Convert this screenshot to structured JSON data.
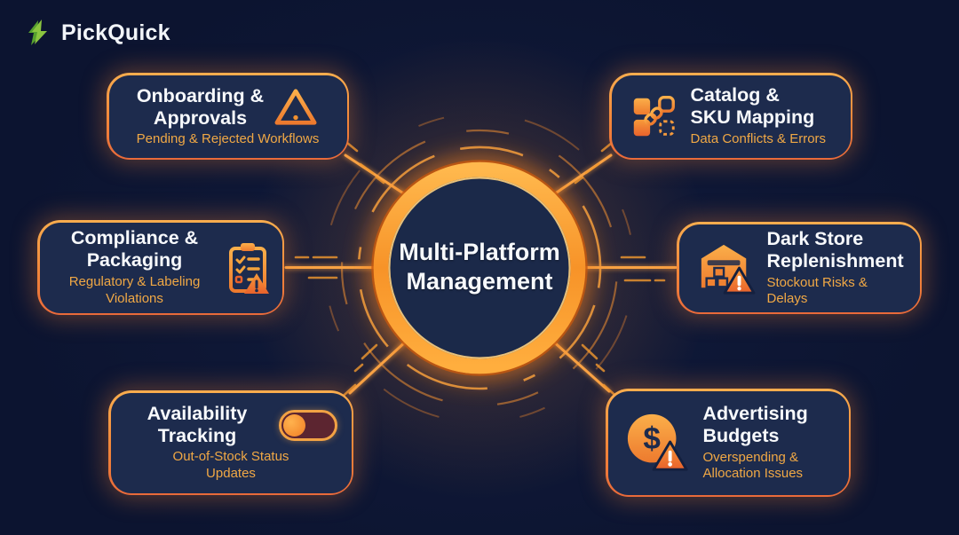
{
  "brand": {
    "name": "PickQuick"
  },
  "center": {
    "title": "Multi-Platform\nManagement"
  },
  "nodes": {
    "onboarding": {
      "title": "Onboarding &\nApprovals",
      "subtitle": "Pending & Rejected Workflows",
      "icon": "warning-triangle-icon"
    },
    "catalog": {
      "title": "Catalog &\nSKU Mapping",
      "subtitle": "Data Conflicts & Errors",
      "icon": "sku-mapping-icon"
    },
    "compliance": {
      "title": "Compliance &\nPackaging",
      "subtitle": "Regulatory & Labeling\nViolations",
      "icon": "clipboard-violation-icon"
    },
    "darkstore": {
      "title": "Dark Store\nReplenishment",
      "subtitle": "Stockout Risks & Delays",
      "icon": "warehouse-alert-icon"
    },
    "availability": {
      "title": "Availability\nTracking",
      "subtitle": "Out-of-Stock Status\nUpdates",
      "icon": "toggle-switch"
    },
    "advertising": {
      "title": "Advertising\nBudgets",
      "subtitle": "Overspending &\nAllocation Issues",
      "icon": "budget-alert-icon"
    }
  },
  "colors": {
    "background": "#0c1430",
    "card_fill": "#1d2b4d",
    "card_border_top": "#f9ad4e",
    "card_border_bottom": "#e96a3a",
    "accent_orange": "#f59a3c",
    "subtitle_gold": "#f0a845",
    "title_white": "#f7f9fc",
    "logo_green": "#7dc242",
    "toggle_track": "#5c2530"
  }
}
